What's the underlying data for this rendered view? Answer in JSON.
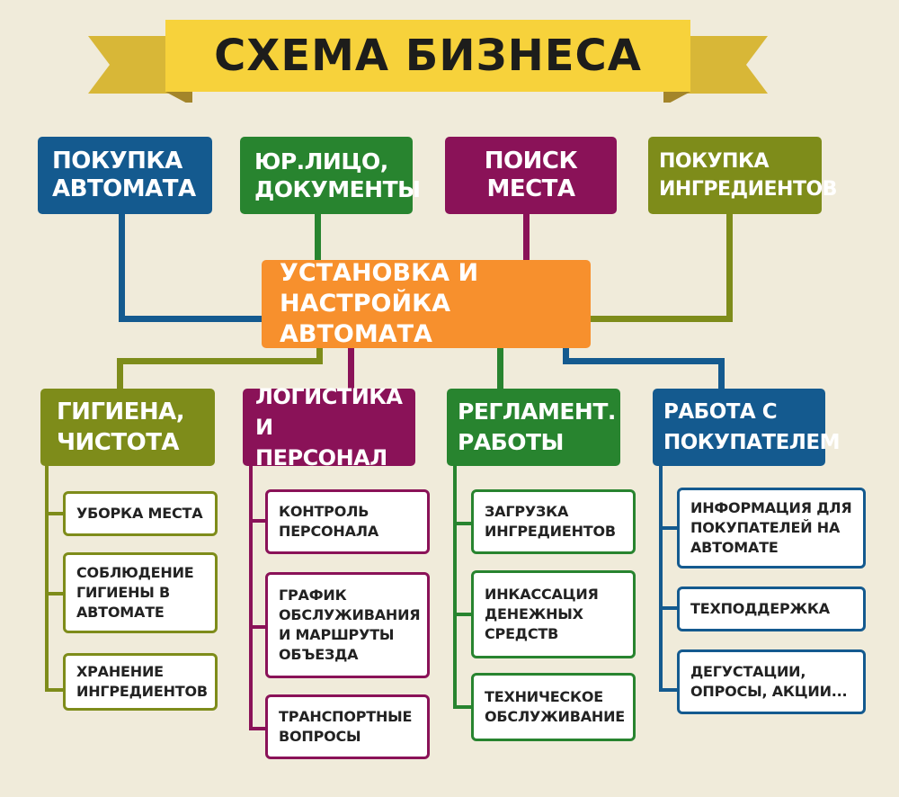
{
  "title": "СХЕМА БИЗНЕСА",
  "colors": {
    "background": "#f0ebda",
    "title_ribbon": "#f7d23b",
    "title_ribbon_fold": "#c9a32e",
    "blue": "#145a8f",
    "green": "#28842f",
    "purple": "#8a1258",
    "olive": "#7e8c1a",
    "orange": "#f7902d"
  },
  "top_boxes": [
    {
      "label": "ПОКУПКА АВТОМАТА"
    },
    {
      "label": "ЮР.ЛИЦО, ДОКУМЕНТЫ"
    },
    {
      "label": "ПОИСК МЕСТА"
    },
    {
      "label": "ПОКУПКА ИНГРЕДИЕНТОВ"
    }
  ],
  "center": {
    "label": "УСТАНОВКА И НАСТРОЙКА АВТОМАТА"
  },
  "categories": [
    {
      "label": "ГИГИЕНА, ЧИСТОТА",
      "items": [
        "УБОРКА МЕСТА",
        "СОБЛЮДЕНИЕ ГИГИЕНЫ В АВТОМАТЕ",
        "ХРАНЕНИЕ ИНГРЕДИЕНТОВ"
      ]
    },
    {
      "label": "ЛОГИСТИКА И ПЕРСОНАЛ",
      "items": [
        "КОНТРОЛЬ ПЕРСОНАЛА",
        "ГРАФИК ОБСЛУЖИВАНИЯ И МАРШРУТЫ ОБЪЕЗДА",
        "ТРАНСПОРТНЫЕ ВОПРОСЫ"
      ]
    },
    {
      "label": "РЕГЛАМЕНТ. РАБОТЫ",
      "items": [
        "ЗАГРУЗКА ИНГРЕДИЕНТОВ",
        "ИНКАССАЦИЯ ДЕНЕЖНЫХ СРЕДСТВ",
        "ТЕХНИЧЕСКОЕ ОБСЛУЖИВАНИЕ"
      ]
    },
    {
      "label": "РАБОТА С ПОКУПАТЕЛЕМ",
      "items": [
        "ИНФОРМАЦИЯ ДЛЯ ПОКУПАТЕЛЕЙ НА АВТОМАТЕ",
        "ТЕХПОДДЕРЖКА",
        "ДЕГУСТАЦИИ, ОПРОСЫ, АКЦИИ..."
      ]
    }
  ]
}
